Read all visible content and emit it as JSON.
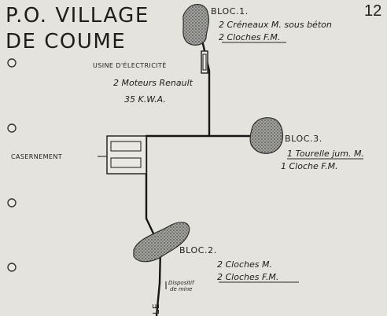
{
  "page": {
    "title_line1": "P.O. VILLAGE",
    "title_line2": "DE COUME",
    "page_number": "12"
  },
  "colors": {
    "paper": "#e4e3dd",
    "ink": "#1d1d1d",
    "bunker_fill": "#8d8d8b"
  },
  "nodes": {
    "bloc1": {
      "name": "BLOC.1.",
      "details": [
        "2 Créneaux M. sous béton",
        "2 Cloches F.M."
      ]
    },
    "usine": {
      "name": "USINE D'ÉLECTRICITÉ",
      "details": [
        "2 Moteurs Renault",
        "35 K.W.A."
      ]
    },
    "bloc3": {
      "name": "BLOC.3.",
      "details": [
        "1 Tourelle jum. M.",
        "1 Cloche F.M."
      ]
    },
    "casernement": {
      "name": "CASERNEMENT"
    },
    "bloc2": {
      "name": "BLOC.2.",
      "details": [
        "2 Cloches M.",
        "2 Cloches F.M."
      ]
    },
    "dispositif": {
      "lines": [
        "Dispositif",
        "de mine"
      ]
    },
    "bottom_partial": {
      "text": "LE"
    }
  }
}
